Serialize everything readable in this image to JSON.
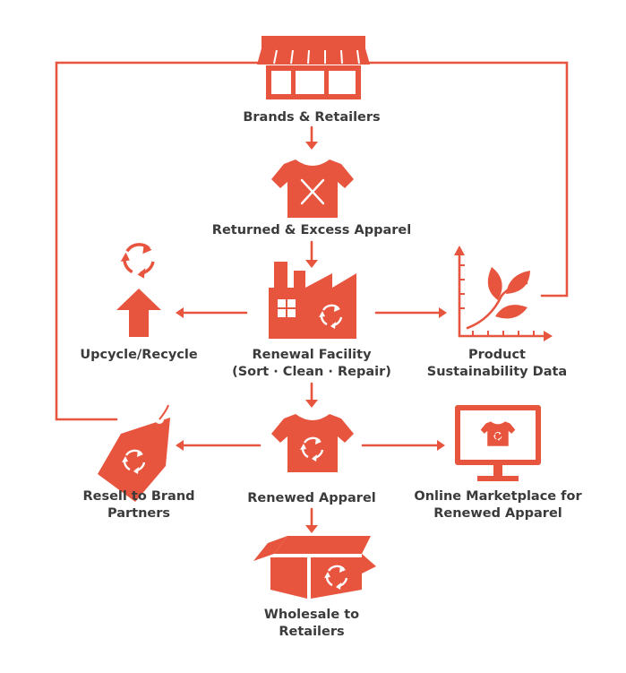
{
  "colors": {
    "accent": "#e8553e",
    "text": "#3b3b3b",
    "background": "#ffffff"
  },
  "nodes": {
    "brands": {
      "label": "Brands & Retailers",
      "icon": "storefront-icon"
    },
    "returned": {
      "label": "Returned & Excess Apparel",
      "icon": "tshirt-x-icon"
    },
    "facility": {
      "line1": "Renewal Facility",
      "line2": "(Sort · Clean · Repair)",
      "icon": "factory-recycle-icon"
    },
    "upcycle": {
      "label": "Upcycle/Recycle",
      "icon": "recycle-up-arrow-icon"
    },
    "sustainability": {
      "line1": "Product",
      "line2": "Sustainability Data",
      "icon": "growth-chart-leaf-icon"
    },
    "renewed": {
      "label": "Renewed Apparel",
      "icon": "tshirt-recycle-icon"
    },
    "resell": {
      "line1": "Resell to Brand",
      "line2": "Partners",
      "icon": "price-tag-recycle-icon"
    },
    "marketplace": {
      "line1": "Online Marketplace for",
      "line2": "Renewed Apparel",
      "icon": "monitor-tshirt-icon"
    },
    "wholesale": {
      "line1": "Wholesale to",
      "line2": "Retailers",
      "icon": "box-recycle-icon"
    }
  }
}
